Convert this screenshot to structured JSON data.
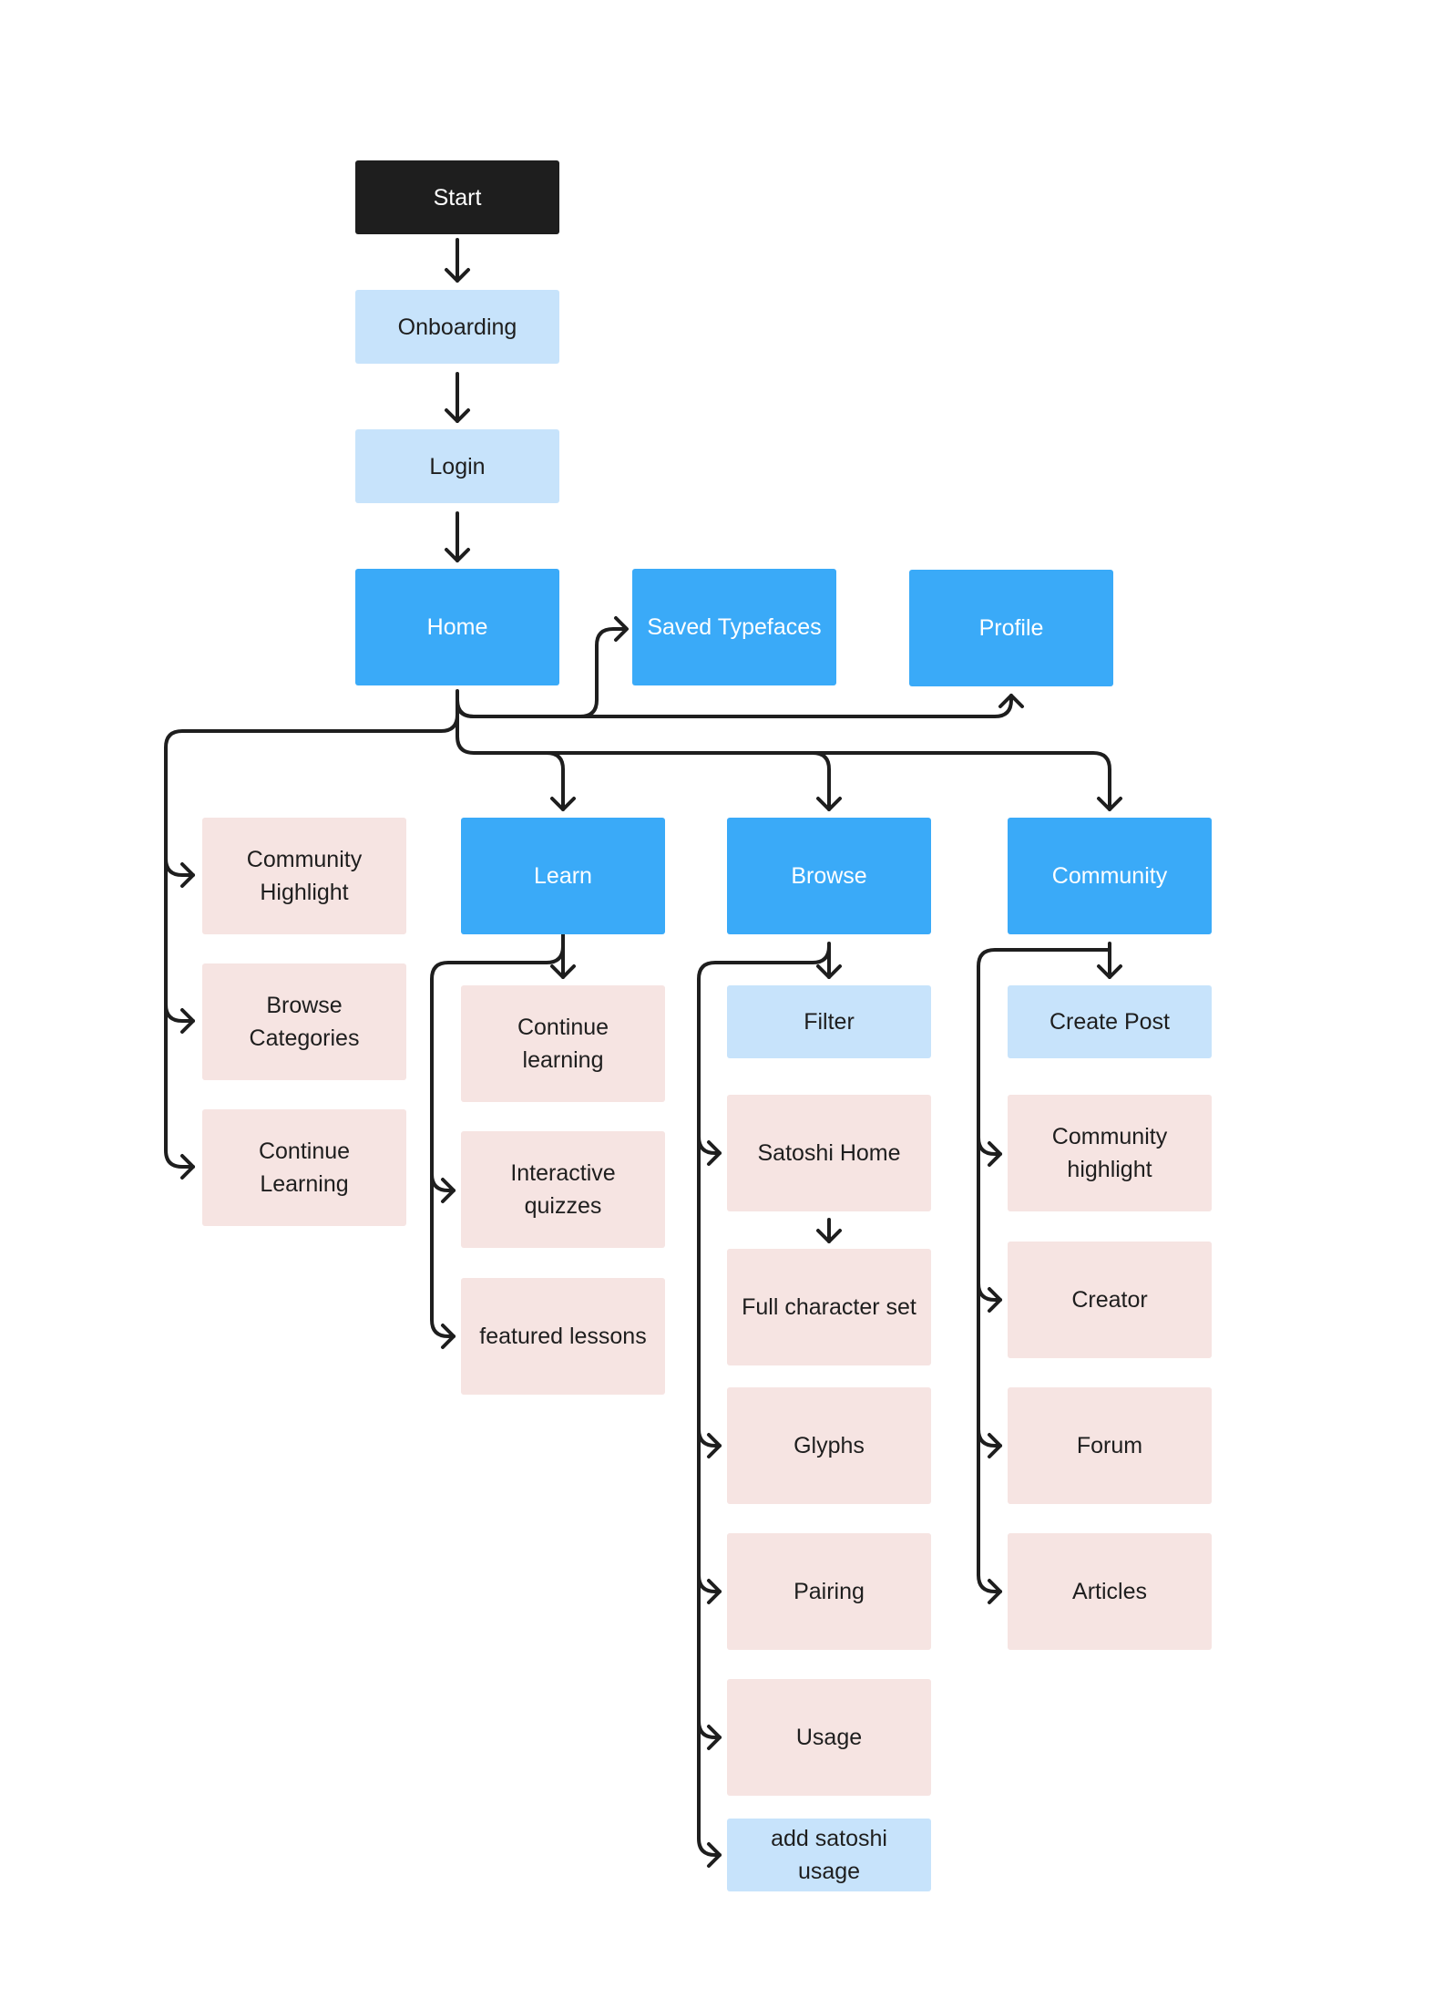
{
  "colors": {
    "start": "#1e1e1e",
    "primary_step": "#c7e3fb",
    "main_screen": "#3aaaf8",
    "feature": "#f6e4e2",
    "connector": "#1e1e1e"
  },
  "nodes": {
    "start": "Start",
    "onboarding": "Onboarding",
    "login": "Login",
    "home": "Home",
    "saved_typefaces": "Saved Typefaces",
    "profile": "Profile",
    "home_community_highlight": "Community\nHighlight",
    "home_browse_categories": "Browse\nCategories",
    "home_continue_learning": "Continue\nLearning",
    "learn": "Learn",
    "learn_continue_learning": "Continue\nlearning",
    "learn_interactive_quizzes": "Interactive\nquizzes",
    "learn_featured_lessons": "featured lessons",
    "browse": "Browse",
    "browse_filter": "Filter",
    "browse_satoshi_home": "Satoshi Home",
    "browse_full_character_set": "Full character set",
    "browse_glyphs": "Glyphs",
    "browse_pairing": "Pairing",
    "browse_usage": "Usage",
    "browse_add_satoshi_usage": "add satoshi usage",
    "community": "Community",
    "community_create_post": "Create Post",
    "community_highlight": "Community\nhighlight",
    "community_creator": "Creator",
    "community_forum": "Forum",
    "community_articles": "Articles"
  }
}
